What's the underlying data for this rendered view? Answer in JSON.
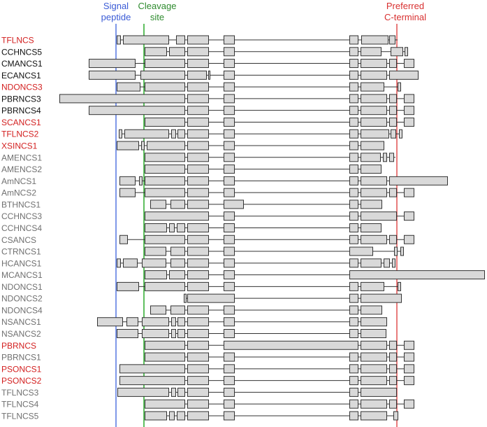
{
  "headers": {
    "signal": [
      "Signal",
      "peptide"
    ],
    "cleavage": [
      "Cleavage",
      "site"
    ],
    "cterm": [
      "Preferred",
      "C-terminal"
    ]
  },
  "colors": {
    "red_label": "#d32020",
    "black_label": "#111111",
    "gray_label": "#707070",
    "signal_line": "#7f98e8",
    "cleavage_line": "#5fbf5f",
    "cterm_line": "#e87b7b",
    "exon_fill": "#d9d9d9",
    "exon_stroke": "#333333",
    "intron": "#333333"
  },
  "rows": [
    {
      "label": "TFLNCS",
      "style": "red",
      "start": 167,
      "end": 569,
      "exons": [
        [
          167,
          172
        ],
        [
          176,
          241
        ],
        [
          252,
          264
        ],
        [
          268,
          298
        ],
        [
          320,
          335
        ],
        [
          500,
          512
        ],
        [
          517,
          555
        ],
        [
          557,
          565
        ]
      ]
    },
    {
      "label": "CCHNCS5",
      "style": "black",
      "start": 207,
      "end": 583,
      "exons": [
        [
          207,
          238
        ],
        [
          242,
          264
        ],
        [
          268,
          298
        ],
        [
          320,
          335
        ],
        [
          500,
          512
        ],
        [
          516,
          545
        ],
        [
          559,
          576
        ],
        [
          579,
          583
        ]
      ]
    },
    {
      "label": "CMANCS1",
      "style": "black",
      "start": 127,
      "end": 592,
      "exons": [
        [
          127,
          193
        ],
        [
          207,
          264
        ],
        [
          268,
          298
        ],
        [
          320,
          335
        ],
        [
          500,
          512
        ],
        [
          516,
          553
        ],
        [
          557,
          567
        ],
        [
          578,
          592
        ]
      ]
    },
    {
      "label": "ECANCS1",
      "style": "black",
      "start": 127,
      "end": 598,
      "exons": [
        [
          127,
          193
        ],
        [
          201,
          264
        ],
        [
          268,
          295
        ],
        [
          298,
          300
        ],
        [
          320,
          335
        ],
        [
          500,
          512
        ],
        [
          516,
          553
        ],
        [
          557,
          598
        ]
      ]
    },
    {
      "label": "NDONCS3",
      "style": "red",
      "start": 167,
      "end": 573,
      "exons": [
        [
          167,
          200
        ],
        [
          207,
          264
        ],
        [
          268,
          298
        ],
        [
          320,
          335
        ],
        [
          500,
          512
        ],
        [
          516,
          549
        ],
        [
          569,
          573
        ]
      ]
    },
    {
      "label": "PBRNCS3",
      "style": "black",
      "start": 85,
      "end": 592,
      "exons": [
        [
          85,
          264
        ],
        [
          268,
          298
        ],
        [
          320,
          335
        ],
        [
          500,
          512
        ],
        [
          516,
          553
        ],
        [
          557,
          567
        ],
        [
          578,
          592
        ]
      ]
    },
    {
      "label": "PBRNCS4",
      "style": "black",
      "start": 127,
      "end": 592,
      "exons": [
        [
          127,
          264
        ],
        [
          268,
          298
        ],
        [
          320,
          335
        ],
        [
          500,
          512
        ],
        [
          516,
          553
        ],
        [
          557,
          567
        ],
        [
          578,
          592
        ]
      ]
    },
    {
      "label": "SCANCS1",
      "style": "red",
      "start": 207,
      "end": 592,
      "exons": [
        [
          207,
          264
        ],
        [
          268,
          298
        ],
        [
          320,
          335
        ],
        [
          500,
          512
        ],
        [
          516,
          553
        ],
        [
          557,
          567
        ],
        [
          578,
          592
        ]
      ]
    },
    {
      "label": "TFLNCS2",
      "style": "red",
      "start": 170,
      "end": 575,
      "exons": [
        [
          170,
          174
        ],
        [
          178,
          241
        ],
        [
          245,
          251
        ],
        [
          254,
          264
        ],
        [
          268,
          298
        ],
        [
          320,
          335
        ],
        [
          500,
          512
        ],
        [
          516,
          556
        ],
        [
          559,
          566
        ],
        [
          571,
          575
        ]
      ]
    },
    {
      "label": "XSINCS1",
      "style": "red",
      "start": 167,
      "end": 549,
      "exons": [
        [
          167,
          198
        ],
        [
          202,
          206
        ],
        [
          210,
          264
        ],
        [
          268,
          298
        ],
        [
          320,
          335
        ],
        [
          500,
          512
        ],
        [
          516,
          549
        ]
      ]
    },
    {
      "label": "AMENCS1",
      "style": "gray",
      "start": 207,
      "end": 566,
      "exons": [
        [
          207,
          264
        ],
        [
          268,
          298
        ],
        [
          320,
          335
        ],
        [
          500,
          512
        ],
        [
          516,
          544
        ],
        [
          548,
          553
        ],
        [
          557,
          563
        ]
      ]
    },
    {
      "label": "AMENCS2",
      "style": "gray",
      "start": 207,
      "end": 545,
      "exons": [
        [
          207,
          264
        ],
        [
          268,
          298
        ],
        [
          320,
          335
        ],
        [
          500,
          512
        ],
        [
          516,
          545
        ]
      ]
    },
    {
      "label": "AmNCS1",
      "style": "gray",
      "start": 171,
      "end": 640,
      "exons": [
        [
          171,
          193
        ],
        [
          199,
          203
        ],
        [
          207,
          264
        ],
        [
          268,
          298
        ],
        [
          320,
          335
        ],
        [
          500,
          512
        ],
        [
          516,
          553
        ],
        [
          557,
          640
        ]
      ]
    },
    {
      "label": "AmNCS2",
      "style": "gray",
      "start": 171,
      "end": 592,
      "exons": [
        [
          171,
          193
        ],
        [
          207,
          264
        ],
        [
          268,
          298
        ],
        [
          320,
          335
        ],
        [
          500,
          512
        ],
        [
          516,
          553
        ],
        [
          557,
          567
        ],
        [
          578,
          592
        ]
      ]
    },
    {
      "label": "BTHNCS1",
      "style": "gray",
      "start": 215,
      "end": 546,
      "exons": [
        [
          215,
          237
        ],
        [
          244,
          264
        ],
        [
          268,
          298
        ],
        [
          320,
          348
        ],
        [
          500,
          512
        ],
        [
          516,
          546
        ]
      ]
    },
    {
      "label": "CCHNCS3",
      "style": "gray",
      "start": 207,
      "end": 592,
      "exons": [
        [
          207,
          298
        ],
        [
          320,
          335
        ],
        [
          500,
          512
        ],
        [
          516,
          567
        ],
        [
          578,
          592
        ]
      ]
    },
    {
      "label": "CCHNCS4",
      "style": "gray",
      "start": 207,
      "end": 545,
      "exons": [
        [
          207,
          238
        ],
        [
          242,
          249
        ],
        [
          253,
          264
        ],
        [
          268,
          298
        ],
        [
          320,
          335
        ],
        [
          500,
          512
        ],
        [
          516,
          545
        ]
      ]
    },
    {
      "label": "CSANCS",
      "style": "gray",
      "start": 171,
      "end": 592,
      "exons": [
        [
          171,
          182
        ],
        [
          207,
          264
        ],
        [
          268,
          298
        ],
        [
          320,
          335
        ],
        [
          500,
          512
        ],
        [
          516,
          553
        ],
        [
          557,
          567
        ],
        [
          578,
          592
        ]
      ]
    },
    {
      "label": "CTRNCS1",
      "style": "gray",
      "start": 207,
      "end": 577,
      "exons": [
        [
          207,
          237
        ],
        [
          244,
          264
        ],
        [
          268,
          298
        ],
        [
          320,
          335
        ],
        [
          500,
          533
        ],
        [
          564,
          568
        ],
        [
          573,
          577
        ]
      ]
    },
    {
      "label": "HCANCS1",
      "style": "gray",
      "start": 167,
      "end": 565,
      "exons": [
        [
          167,
          172
        ],
        [
          176,
          196
        ],
        [
          203,
          237
        ],
        [
          244,
          264
        ],
        [
          268,
          298
        ],
        [
          320,
          335
        ],
        [
          500,
          512
        ],
        [
          516,
          545
        ],
        [
          549,
          557
        ],
        [
          561,
          565
        ]
      ]
    },
    {
      "label": "MCANCS1",
      "style": "gray",
      "start": 207,
      "end": 693,
      "exons": [
        [
          207,
          238
        ],
        [
          242,
          264
        ],
        [
          268,
          298
        ],
        [
          320,
          335
        ],
        [
          500,
          693
        ]
      ]
    },
    {
      "label": "NDONCS1",
      "style": "gray",
      "start": 167,
      "end": 573,
      "exons": [
        [
          167,
          198
        ],
        [
          207,
          264
        ],
        [
          268,
          298
        ],
        [
          320,
          335
        ],
        [
          500,
          512
        ],
        [
          516,
          549
        ],
        [
          569,
          573
        ]
      ]
    },
    {
      "label": "NDONCS2",
      "style": "gray",
      "start": 263,
      "end": 574,
      "exons": [
        [
          263,
          266
        ],
        [
          268,
          335
        ],
        [
          500,
          512
        ],
        [
          516,
          574
        ]
      ]
    },
    {
      "label": "NDONCS4",
      "style": "gray",
      "start": 215,
      "end": 546,
      "exons": [
        [
          215,
          237
        ],
        [
          244,
          264
        ],
        [
          268,
          298
        ],
        [
          320,
          335
        ],
        [
          500,
          512
        ],
        [
          516,
          546
        ]
      ]
    },
    {
      "label": "NSANCS1",
      "style": "gray",
      "start": 139,
      "end": 553,
      "exons": [
        [
          139,
          175
        ],
        [
          181,
          197
        ],
        [
          203,
          241
        ],
        [
          245,
          251
        ],
        [
          254,
          264
        ],
        [
          268,
          298
        ],
        [
          320,
          335
        ],
        [
          500,
          512
        ],
        [
          516,
          553
        ]
      ]
    },
    {
      "label": "NSANCS2",
      "style": "gray",
      "start": 167,
      "end": 552,
      "exons": [
        [
          167,
          197
        ],
        [
          203,
          241
        ],
        [
          245,
          251
        ],
        [
          254,
          264
        ],
        [
          268,
          298
        ],
        [
          320,
          335
        ],
        [
          500,
          512
        ],
        [
          516,
          552
        ]
      ]
    },
    {
      "label": "PBRNCS",
      "style": "red",
      "start": 207,
      "end": 592,
      "exons": [
        [
          207,
          264
        ],
        [
          268,
          298
        ],
        [
          320,
          512
        ],
        [
          516,
          553
        ],
        [
          557,
          567
        ],
        [
          578,
          592
        ]
      ]
    },
    {
      "label": "PBRNCS1",
      "style": "gray",
      "start": 207,
      "end": 592,
      "exons": [
        [
          207,
          264
        ],
        [
          268,
          298
        ],
        [
          320,
          335
        ],
        [
          500,
          512
        ],
        [
          516,
          553
        ],
        [
          557,
          567
        ],
        [
          578,
          592
        ]
      ]
    },
    {
      "label": "PSONCS1",
      "style": "red",
      "start": 171,
      "end": 592,
      "exons": [
        [
          171,
          264
        ],
        [
          268,
          298
        ],
        [
          320,
          335
        ],
        [
          500,
          512
        ],
        [
          516,
          553
        ],
        [
          557,
          567
        ],
        [
          578,
          592
        ]
      ]
    },
    {
      "label": "PSONCS2",
      "style": "red",
      "start": 171,
      "end": 592,
      "exons": [
        [
          171,
          264
        ],
        [
          268,
          298
        ],
        [
          320,
          335
        ],
        [
          500,
          512
        ],
        [
          516,
          553
        ],
        [
          557,
          567
        ],
        [
          578,
          592
        ]
      ]
    },
    {
      "label": "TFLNCS3",
      "style": "gray",
      "start": 168,
      "end": 567,
      "exons": [
        [
          168,
          241
        ],
        [
          245,
          251
        ],
        [
          254,
          264
        ],
        [
          268,
          298
        ],
        [
          320,
          335
        ],
        [
          500,
          512
        ],
        [
          516,
          567
        ]
      ]
    },
    {
      "label": "TFLNCS4",
      "style": "gray",
      "start": 207,
      "end": 592,
      "exons": [
        [
          207,
          264
        ],
        [
          268,
          298
        ],
        [
          320,
          335
        ],
        [
          500,
          512
        ],
        [
          516,
          553
        ],
        [
          557,
          567
        ],
        [
          578,
          592
        ]
      ]
    },
    {
      "label": "TFLNCS5",
      "style": "gray",
      "start": 207,
      "end": 569,
      "exons": [
        [
          207,
          238
        ],
        [
          242,
          249
        ],
        [
          253,
          264
        ],
        [
          268,
          298
        ],
        [
          320,
          335
        ],
        [
          500,
          512
        ],
        [
          516,
          553
        ],
        [
          563,
          569
        ]
      ]
    }
  ]
}
